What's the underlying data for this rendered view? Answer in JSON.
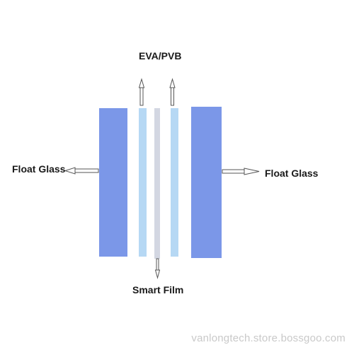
{
  "labels": {
    "eva_pvb": "EVA/PVB",
    "float_glass_left": "Float Glass",
    "float_glass_right": "Float Glass",
    "smart_film": "Smart Film"
  },
  "watermark": "vanlongtech.store.bossgoo.com",
  "colors": {
    "float_glass": "#7b97e8",
    "eva_pvb": "#b6d8f4",
    "smart_film": "#d3d7e2",
    "arrow_stroke": "#555555",
    "label_text": "#1a1a1a",
    "watermark_text": "#c9c9c9"
  }
}
